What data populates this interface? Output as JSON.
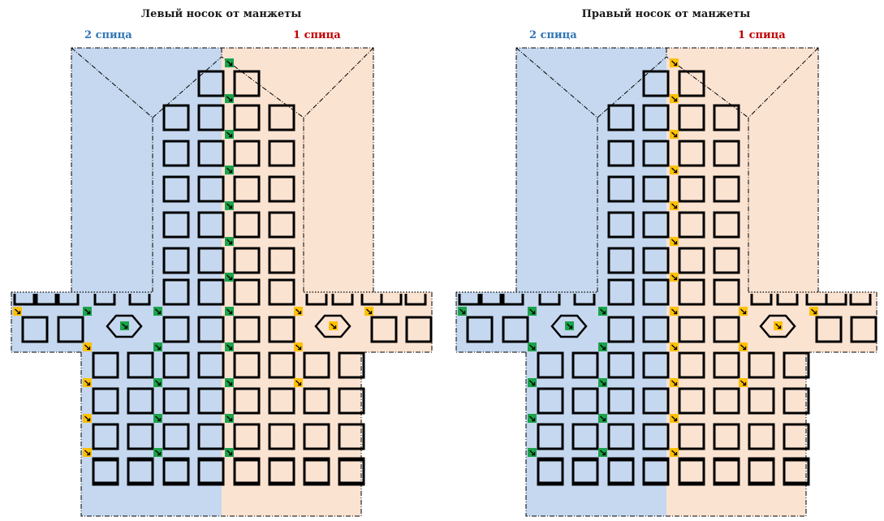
{
  "colors": {
    "needle2_bg": "#c5d8ef",
    "needle1_bg": "#fbe3d2",
    "needle2_label": "#2f75b5",
    "needle1_label": "#c00000",
    "marker_green": "#1aa34a",
    "marker_yellow": "#ffc000"
  },
  "icons": {
    "decrease_marker": "arrow-icon",
    "eyelet": "hexagon-icon"
  },
  "diagrams": [
    {
      "title": "Левый носок от манжеты",
      "needle_2_label": "2 спица",
      "needle_1_label": "1 спица",
      "center_marker": "green",
      "eyelet_marker": "green-left / yellow-right"
    },
    {
      "title": "Правый носок от манжеты",
      "needle_2_label": "2 спица",
      "needle_1_label": "1 спица",
      "center_marker": "yellow",
      "eyelet_marker": "green-left / yellow-right"
    }
  ]
}
